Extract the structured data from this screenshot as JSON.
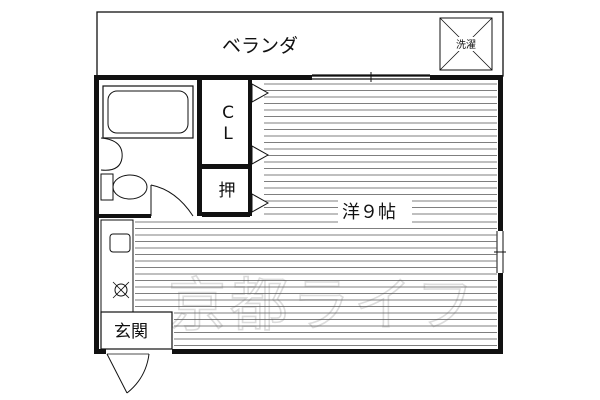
{
  "labels": {
    "balcony": "ベランダ",
    "laundry": "洗濯",
    "closet_c": "C",
    "closet_l": "L",
    "oshiire": "押",
    "main_room": "洋９帖",
    "entrance": "玄関"
  },
  "watermark": "京都ライフ",
  "colors": {
    "line": "#111111",
    "watermark": "#dcdcdc",
    "background": "#ffffff"
  }
}
